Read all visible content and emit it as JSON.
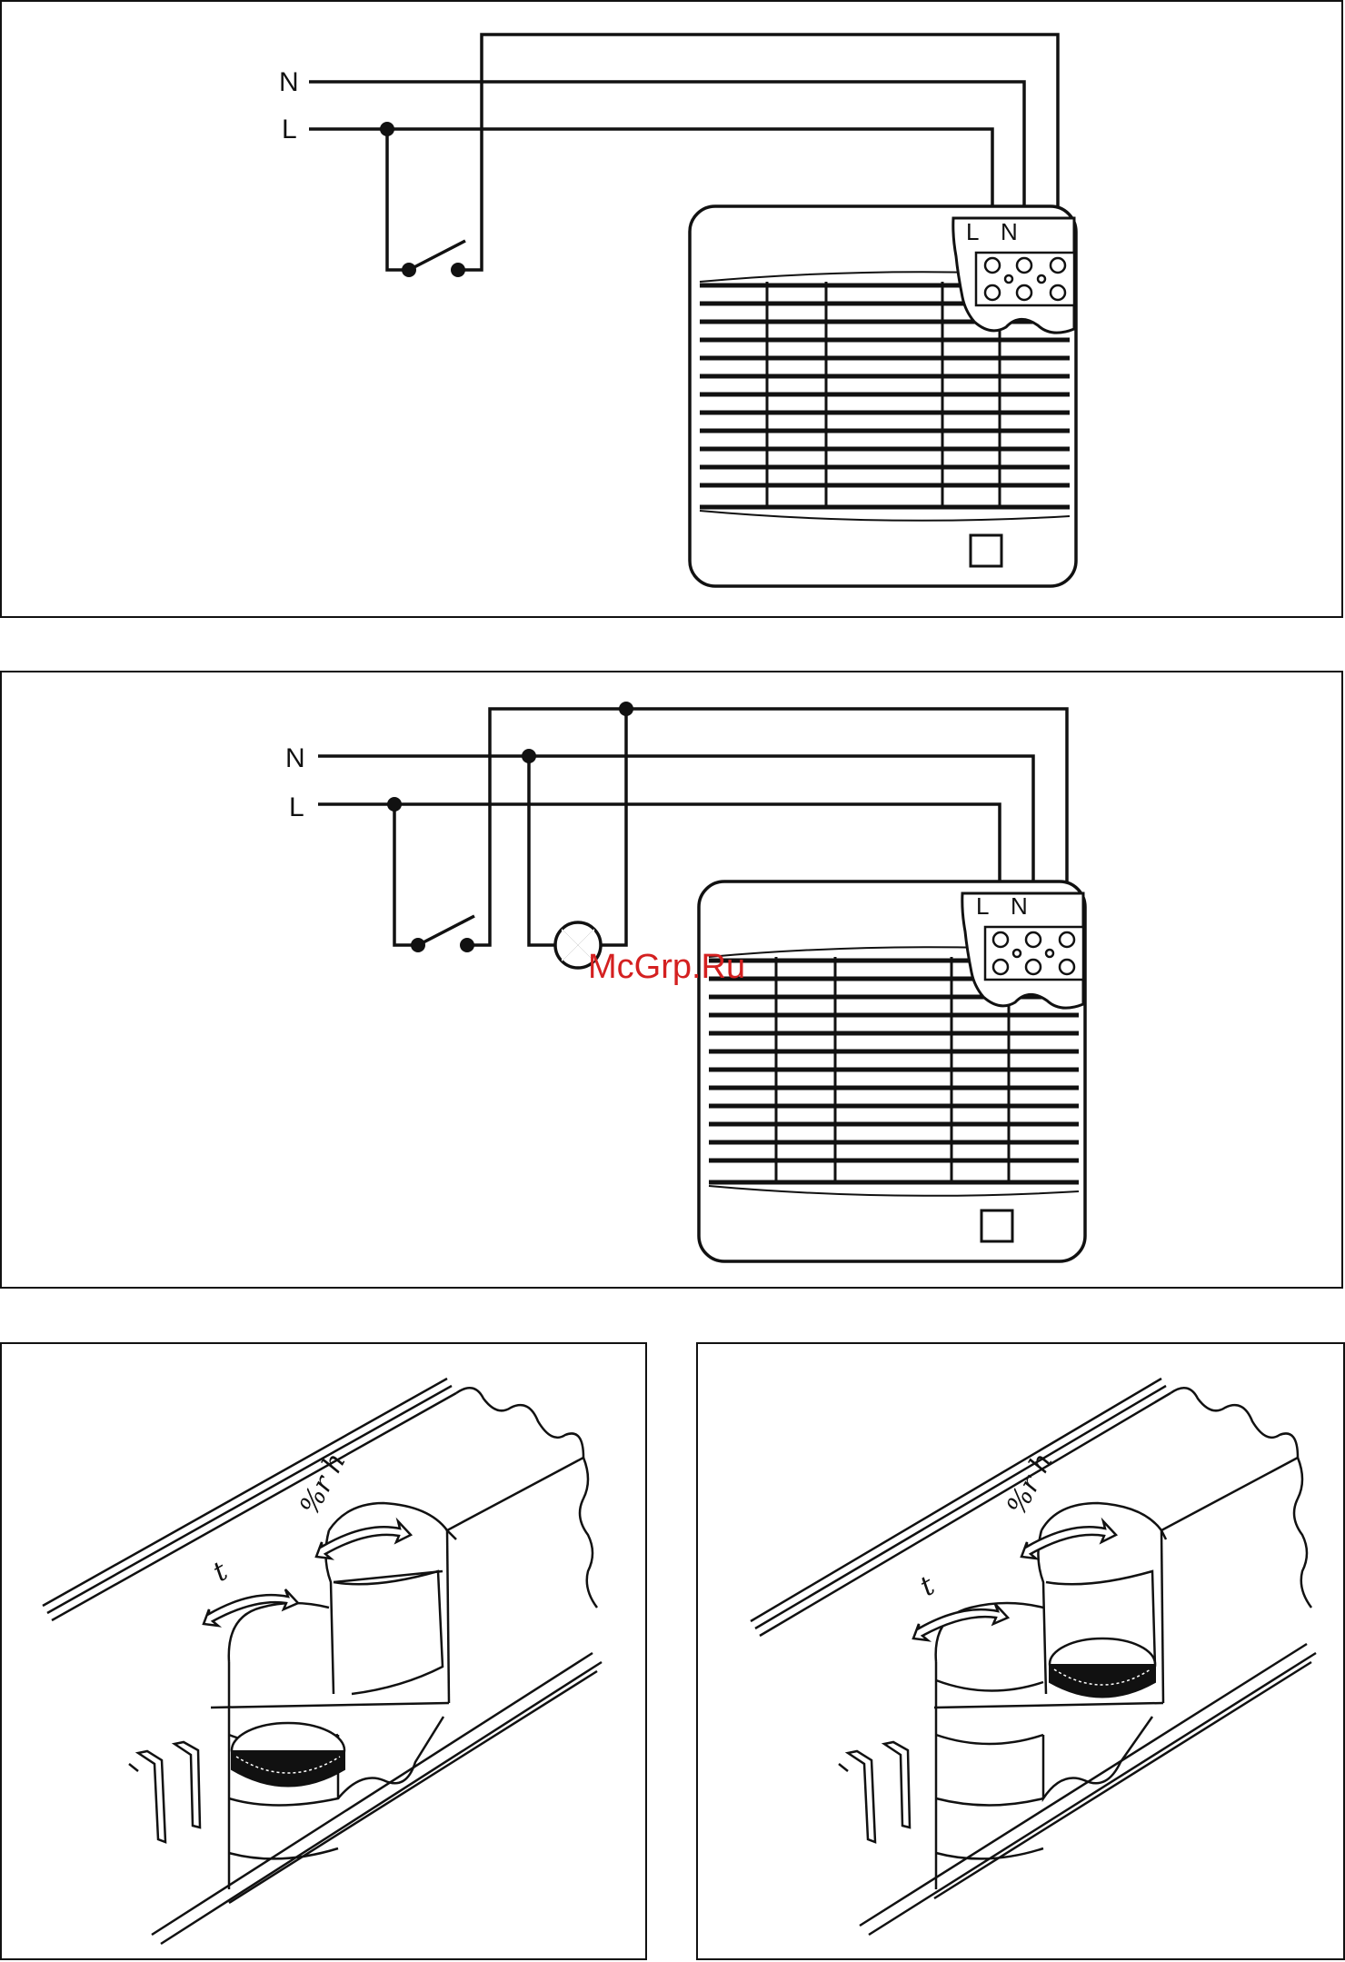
{
  "diagram1": {
    "supply_labels": {
      "neutral": "N",
      "live": "L"
    },
    "terminal_labels": {
      "live": "L",
      "neutral": "N"
    }
  },
  "diagram2": {
    "supply_labels": {
      "neutral": "N",
      "live": "L"
    },
    "terminal_labels": {
      "live": "L",
      "neutral": "N"
    }
  },
  "watermark": "McGrp.Ru",
  "control_figures": [
    {
      "dial_left_label": "t",
      "dial_right_label": "%r h"
    },
    {
      "dial_left_label": "t",
      "dial_right_label": "%r h"
    }
  ]
}
